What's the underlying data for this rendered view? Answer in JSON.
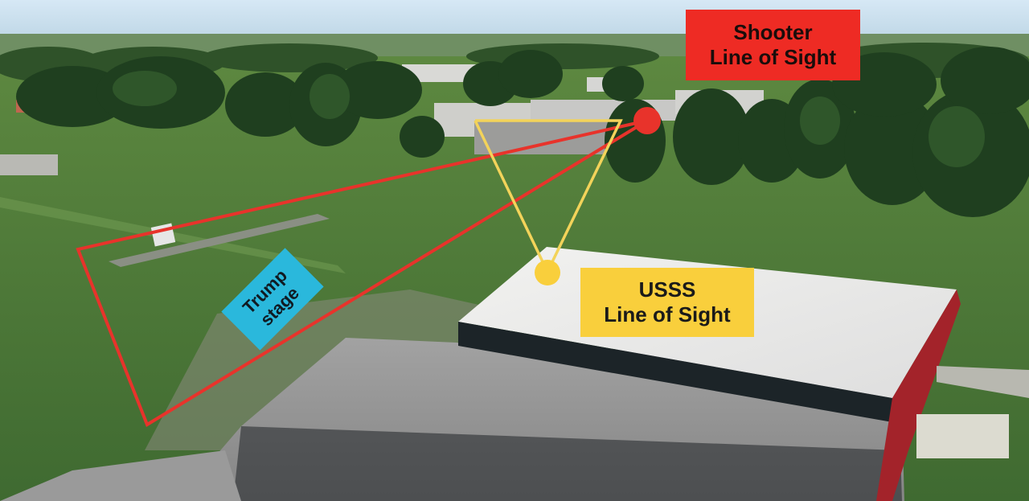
{
  "labels": {
    "shooter": {
      "line1": "Shooter",
      "line2": "Line of Sight"
    },
    "usss": {
      "line1": "USSS",
      "line2": "Line of Sight"
    },
    "trump": {
      "line1": "Trump",
      "line2": "stage"
    }
  },
  "colors": {
    "shooter_line": "#e8332b",
    "shooter_box": "#ee2b24",
    "shooter_text": "#1a0d0b",
    "usss_line": "#f3d35a",
    "usss_box": "#f9cf3c",
    "usss_text": "#1a1a1a",
    "trump_box": "#2ab8dc",
    "trump_text": "#101a22",
    "sky": "#cfe4f2",
    "grass": "#4f7a3a",
    "roof_light": "#e9e9e7",
    "roof_gray": "#8f8f8f",
    "barn_red": "#a3232a",
    "tree_dark": "#1f3f1f"
  },
  "markers": {
    "shooter_position": "red-dot",
    "usss_position": "yellow-dot"
  }
}
